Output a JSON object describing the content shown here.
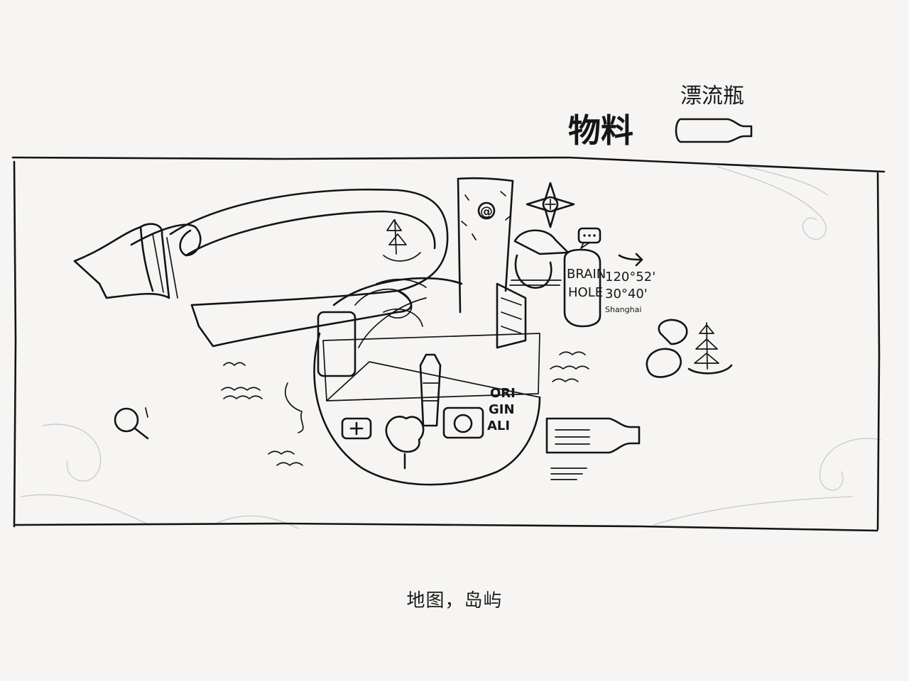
{
  "header": {
    "materials_label": "物料",
    "bottle_label": "漂流瓶"
  },
  "sketch": {
    "brain_hole_line1": "BRAIN",
    "brain_hole_line2": "HOLE",
    "longitude": "120°52'",
    "latitude": "30°40'",
    "city": "Shanghai",
    "original_line1": "ORI",
    "original_line2": "GIN",
    "original_line3": "ALI",
    "at_symbol": "@"
  },
  "caption": "地图，岛屿",
  "colors": {
    "paper": "#f6f5f3",
    "ink": "#141414",
    "pencil": "#c9c9c9"
  }
}
